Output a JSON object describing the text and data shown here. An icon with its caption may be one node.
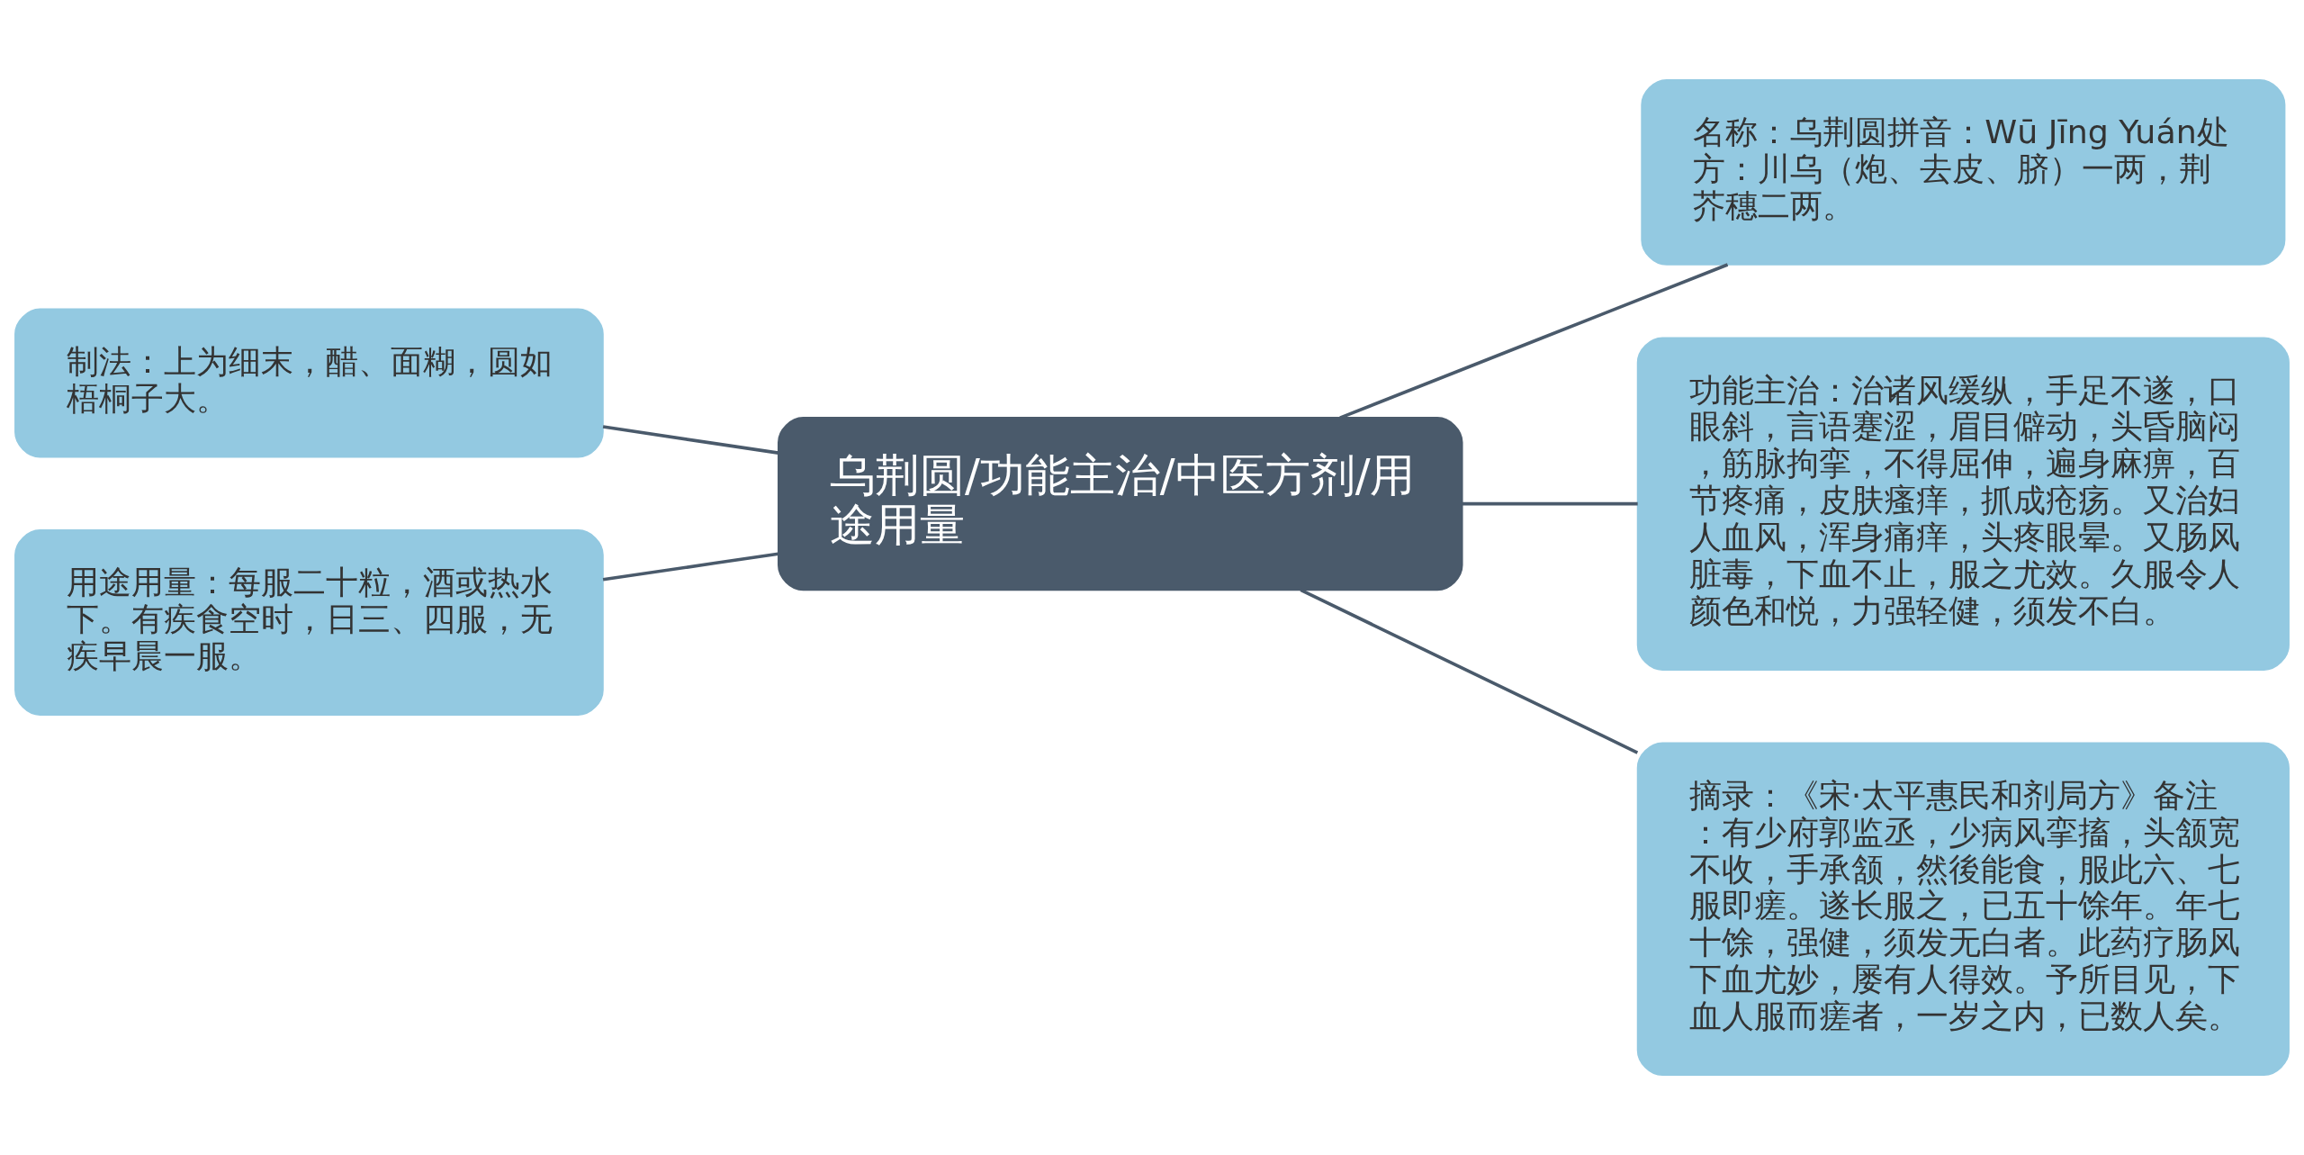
{
  "diagram": {
    "nodes": [
      {
        "text": [
          "乌荆圆/功能主治/中医方剂/用途用量"
        ]
      },
      {
        "text": [
          "名称：乌荆圆拼音：Wū Jīng Yuán处方：川乌（炮、去皮、脐）一两，荆芥穗二两。"
        ]
      },
      {
        "text": [
          "功能主治：治诸风缓纵，手足不遂，口眼斜，言语蹇涩，眉目僻动，头昏脑闷，筋脉拘挛，不得屈伸，遍身麻痹，百节疼痛，皮肤瘙痒，抓成疮疡。又治妇人血风，浑身痛痒，头疼眼晕。又肠风脏毒，下血不止，服之尤效。久服令人颜色和悦，力强轻健，须发不白。"
        ]
      },
      {
        "text": [
          "摘录：《宋·太平惠民和剂局方》备注：有少府郭监丞，少病风挛搐，头颔宽不收，手承颔，然後能食，服此六、七服即瘥。遂长服之，已五十馀年。年七十馀，强健，须发无白者。此药疗肠风下血尤妙，屡有人得效。予所目见，下血人服而瘥者，一岁之内，已数人矣。"
        ]
      },
      {
        "text": [
          "制法：上为细末，醋、面糊，圆如梧桐子大。"
        ]
      },
      {
        "text": [
          "用途用量：每服二十粒，酒或热水下。有疾食空时，日三、四服，无疾早晨一服。"
        ]
      }
    ],
    "edges": [
      {
        "from": 0,
        "to": 1,
        "arrow": "none"
      },
      {
        "from": 0,
        "to": 2,
        "arrow": "none"
      },
      {
        "from": 0,
        "to": 3,
        "arrow": "none"
      },
      {
        "from": 0,
        "to": 4,
        "arrow": "none"
      },
      {
        "from": 0,
        "to": 5,
        "arrow": "none"
      }
    ]
  }
}
